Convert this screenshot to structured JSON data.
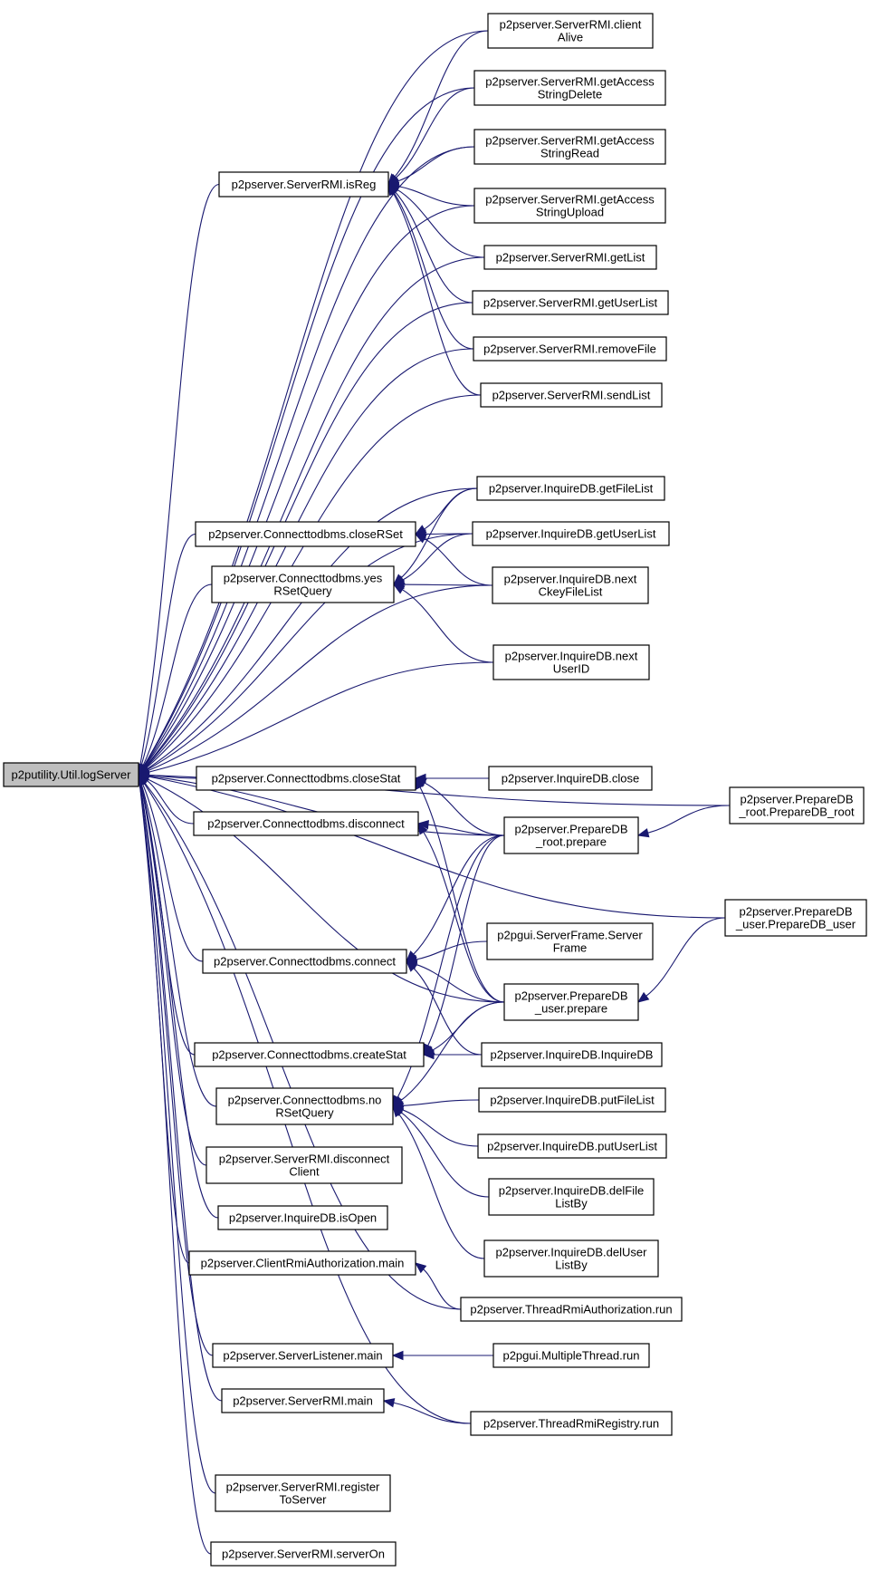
{
  "diagram": {
    "colors": {
      "edge": "#191970",
      "node_border": "#000000",
      "root_fill": "#bfbfbf",
      "node_fill": "#ffffff"
    },
    "nodes": [
      {
        "id": "logServer",
        "lines": [
          "p2putility.Util.logServer"
        ]
      },
      {
        "id": "isReg",
        "lines": [
          "p2pserver.ServerRMI.isReg"
        ]
      },
      {
        "id": "clientAlive",
        "lines": [
          "p2pserver.ServerRMI.client",
          "Alive"
        ]
      },
      {
        "id": "getAccessStringDelete",
        "lines": [
          "p2pserver.ServerRMI.getAccess",
          "StringDelete"
        ]
      },
      {
        "id": "getAccessStringRead",
        "lines": [
          "p2pserver.ServerRMI.getAccess",
          "StringRead"
        ]
      },
      {
        "id": "getAccessStringUpload",
        "lines": [
          "p2pserver.ServerRMI.getAccess",
          "StringUpload"
        ]
      },
      {
        "id": "getList",
        "lines": [
          "p2pserver.ServerRMI.getList"
        ]
      },
      {
        "id": "getUserList",
        "lines": [
          "p2pserver.ServerRMI.getUserList"
        ]
      },
      {
        "id": "removeFile",
        "lines": [
          "p2pserver.ServerRMI.removeFile"
        ]
      },
      {
        "id": "sendList",
        "lines": [
          "p2pserver.ServerRMI.sendList"
        ]
      },
      {
        "id": "closeRSet",
        "lines": [
          "p2pserver.Connecttodbms.closeRSet"
        ]
      },
      {
        "id": "yesRSetQuery",
        "lines": [
          "p2pserver.Connecttodbms.yes",
          "RSetQuery"
        ]
      },
      {
        "id": "idbGetFileList",
        "lines": [
          "p2pserver.InquireDB.getFileList"
        ]
      },
      {
        "id": "idbGetUserList",
        "lines": [
          "p2pserver.InquireDB.getUserList"
        ]
      },
      {
        "id": "nextCkeyFileList",
        "lines": [
          "p2pserver.InquireDB.next",
          "CkeyFileList"
        ]
      },
      {
        "id": "nextUserID",
        "lines": [
          "p2pserver.InquireDB.next",
          "UserID"
        ]
      },
      {
        "id": "closeStat",
        "lines": [
          "p2pserver.Connecttodbms.closeStat"
        ]
      },
      {
        "id": "disconnect",
        "lines": [
          "p2pserver.Connecttodbms.disconnect"
        ]
      },
      {
        "id": "idbClose",
        "lines": [
          "p2pserver.InquireDB.close"
        ]
      },
      {
        "id": "rootPrepare",
        "lines": [
          "p2pserver.PrepareDB",
          "_root.prepare"
        ]
      },
      {
        "id": "rootCtor",
        "lines": [
          "p2pserver.PrepareDB",
          "_root.PrepareDB_root"
        ]
      },
      {
        "id": "userCtor",
        "lines": [
          "p2pserver.PrepareDB",
          "_user.PrepareDB_user"
        ]
      },
      {
        "id": "connect",
        "lines": [
          "p2pserver.Connecttodbms.connect"
        ]
      },
      {
        "id": "serverFrame",
        "lines": [
          "p2pgui.ServerFrame.Server",
          "Frame"
        ]
      },
      {
        "id": "userPrepare",
        "lines": [
          "p2pserver.PrepareDB",
          "_user.prepare"
        ]
      },
      {
        "id": "createStat",
        "lines": [
          "p2pserver.Connecttodbms.createStat"
        ]
      },
      {
        "id": "inquireDB",
        "lines": [
          "p2pserver.InquireDB.InquireDB"
        ]
      },
      {
        "id": "noRSetQuery",
        "lines": [
          "p2pserver.Connecttodbms.no",
          "RSetQuery"
        ]
      },
      {
        "id": "putFileList",
        "lines": [
          "p2pserver.InquireDB.putFileList"
        ]
      },
      {
        "id": "putUserList",
        "lines": [
          "p2pserver.InquireDB.putUserList"
        ]
      },
      {
        "id": "delFileListBy",
        "lines": [
          "p2pserver.InquireDB.delFile",
          "ListBy"
        ]
      },
      {
        "id": "delUserListBy",
        "lines": [
          "p2pserver.InquireDB.delUser",
          "ListBy"
        ]
      },
      {
        "id": "disconnectClient",
        "lines": [
          "p2pserver.ServerRMI.disconnect",
          "Client"
        ]
      },
      {
        "id": "isOpen",
        "lines": [
          "p2pserver.InquireDB.isOpen"
        ]
      },
      {
        "id": "clientRmiMain",
        "lines": [
          "p2pserver.ClientRmiAuthorization.main"
        ]
      },
      {
        "id": "threadRmiAuthRun",
        "lines": [
          "p2pserver.ThreadRmiAuthorization.run"
        ]
      },
      {
        "id": "serverListenerMain",
        "lines": [
          "p2pserver.ServerListener.main"
        ]
      },
      {
        "id": "multipleThreadRun",
        "lines": [
          "p2pgui.MultipleThread.run"
        ]
      },
      {
        "id": "serverRmiMain",
        "lines": [
          "p2pserver.ServerRMI.main"
        ]
      },
      {
        "id": "threadRmiRegistryRun",
        "lines": [
          "p2pserver.ThreadRmiRegistry.run"
        ]
      },
      {
        "id": "registerToServer",
        "lines": [
          "p2pserver.ServerRMI.register",
          "ToServer"
        ]
      },
      {
        "id": "serverOn",
        "lines": [
          "p2pserver.ServerRMI.serverOn"
        ]
      }
    ],
    "edges": [
      [
        "isReg",
        "logServer"
      ],
      [
        "clientAlive",
        "logServer"
      ],
      [
        "getAccessStringDelete",
        "logServer"
      ],
      [
        "getAccessStringRead",
        "logServer"
      ],
      [
        "getAccessStringUpload",
        "logServer"
      ],
      [
        "getList",
        "logServer"
      ],
      [
        "getUserList",
        "logServer"
      ],
      [
        "removeFile",
        "logServer"
      ],
      [
        "sendList",
        "logServer"
      ],
      [
        "closeRSet",
        "logServer"
      ],
      [
        "yesRSetQuery",
        "logServer"
      ],
      [
        "idbGetFileList",
        "logServer"
      ],
      [
        "idbGetUserList",
        "logServer"
      ],
      [
        "nextCkeyFileList",
        "logServer"
      ],
      [
        "nextUserID",
        "logServer"
      ],
      [
        "closeStat",
        "logServer"
      ],
      [
        "disconnect",
        "logServer"
      ],
      [
        "rootPrepare",
        "logServer"
      ],
      [
        "rootCtor",
        "logServer"
      ],
      [
        "userCtor",
        "logServer"
      ],
      [
        "connect",
        "logServer"
      ],
      [
        "userPrepare",
        "logServer"
      ],
      [
        "createStat",
        "logServer"
      ],
      [
        "noRSetQuery",
        "logServer"
      ],
      [
        "disconnectClient",
        "logServer"
      ],
      [
        "isOpen",
        "logServer"
      ],
      [
        "clientRmiMain",
        "logServer"
      ],
      [
        "threadRmiAuthRun",
        "logServer"
      ],
      [
        "serverListenerMain",
        "logServer"
      ],
      [
        "serverRmiMain",
        "logServer"
      ],
      [
        "threadRmiRegistryRun",
        "logServer"
      ],
      [
        "registerToServer",
        "logServer"
      ],
      [
        "serverOn",
        "logServer"
      ],
      [
        "clientAlive",
        "isReg"
      ],
      [
        "getAccessStringDelete",
        "isReg"
      ],
      [
        "getAccessStringRead",
        "isReg"
      ],
      [
        "getAccessStringUpload",
        "isReg"
      ],
      [
        "getList",
        "isReg"
      ],
      [
        "getUserList",
        "isReg"
      ],
      [
        "removeFile",
        "isReg"
      ],
      [
        "sendList",
        "isReg"
      ],
      [
        "idbGetFileList",
        "closeRSet"
      ],
      [
        "idbGetUserList",
        "closeRSet"
      ],
      [
        "nextCkeyFileList",
        "closeRSet"
      ],
      [
        "idbGetFileList",
        "yesRSetQuery"
      ],
      [
        "idbGetUserList",
        "yesRSetQuery"
      ],
      [
        "nextCkeyFileList",
        "yesRSetQuery"
      ],
      [
        "nextUserID",
        "yesRSetQuery"
      ],
      [
        "idbClose",
        "closeStat"
      ],
      [
        "rootPrepare",
        "closeStat"
      ],
      [
        "userPrepare",
        "closeStat"
      ],
      [
        "rootPrepare",
        "disconnect"
      ],
      [
        "userPrepare",
        "disconnect"
      ],
      [
        "rootCtor",
        "rootPrepare"
      ],
      [
        "userCtor",
        "userPrepare"
      ],
      [
        "rootPrepare",
        "connect"
      ],
      [
        "serverFrame",
        "connect"
      ],
      [
        "userPrepare",
        "connect"
      ],
      [
        "inquireDB",
        "connect"
      ],
      [
        "rootPrepare",
        "createStat"
      ],
      [
        "userPrepare",
        "createStat"
      ],
      [
        "inquireDB",
        "createStat"
      ],
      [
        "rootPrepare",
        "noRSetQuery"
      ],
      [
        "userPrepare",
        "noRSetQuery"
      ],
      [
        "putFileList",
        "noRSetQuery"
      ],
      [
        "putUserList",
        "noRSetQuery"
      ],
      [
        "delFileListBy",
        "noRSetQuery"
      ],
      [
        "delUserListBy",
        "noRSetQuery"
      ],
      [
        "threadRmiAuthRun",
        "clientRmiMain"
      ],
      [
        "multipleThreadRun",
        "serverListenerMain"
      ],
      [
        "threadRmiRegistryRun",
        "serverRmiMain"
      ]
    ]
  }
}
